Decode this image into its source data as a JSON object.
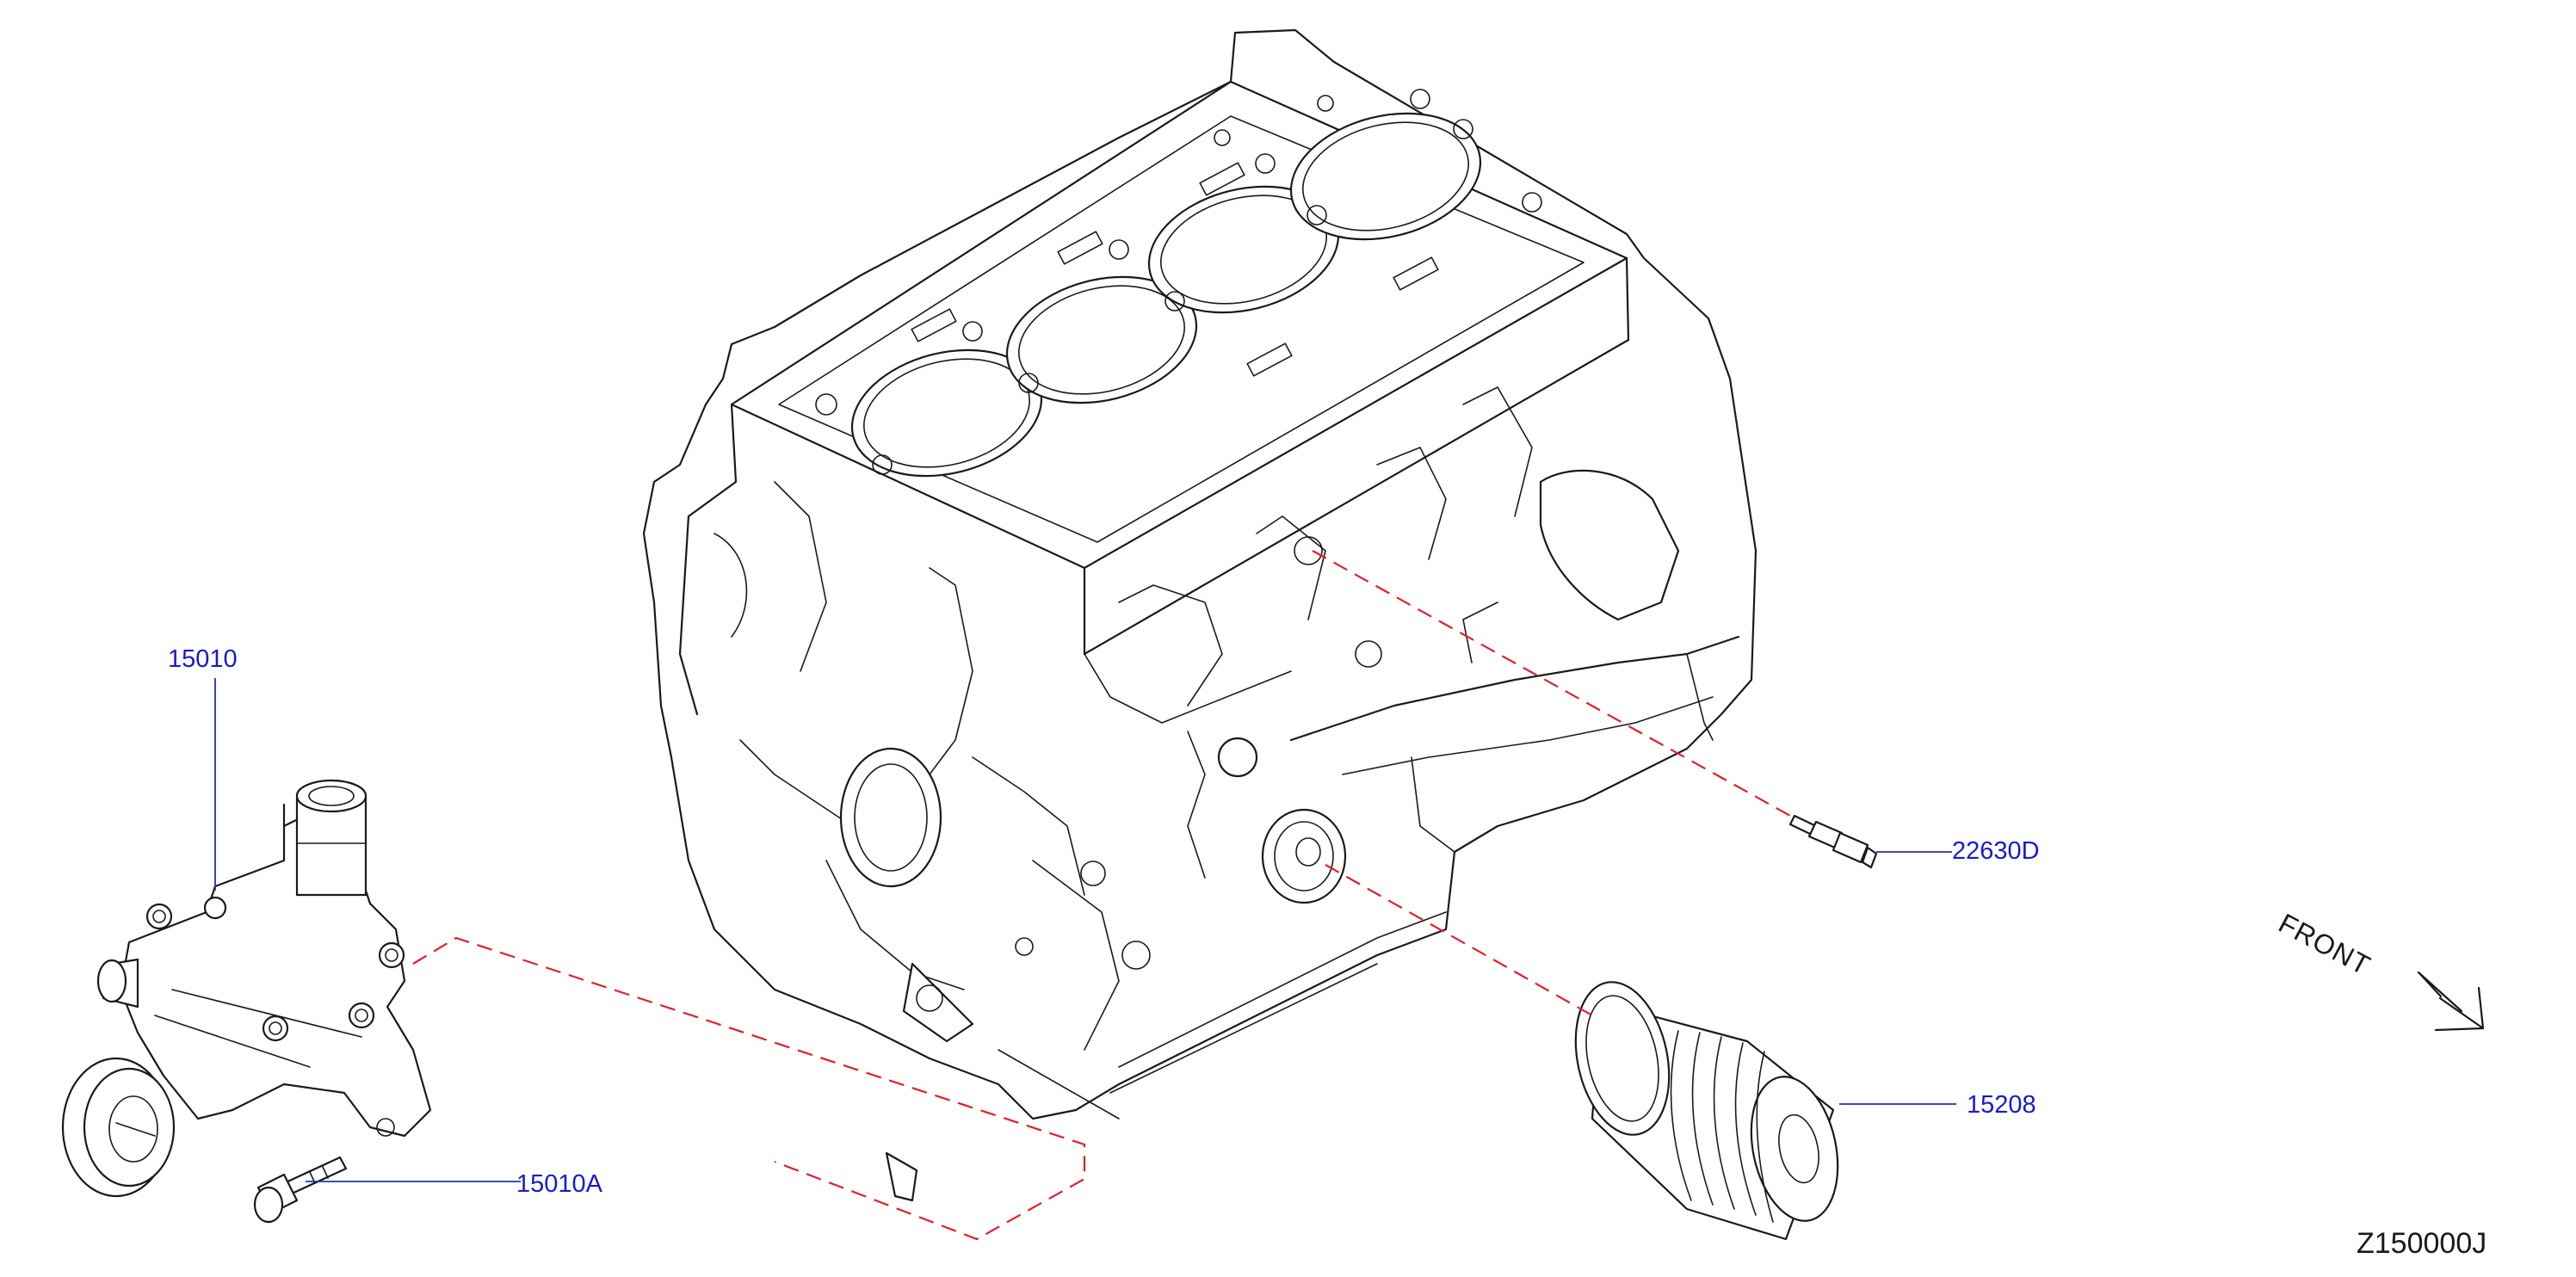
{
  "colors": {
    "callout": "#1a1acc",
    "leader": "#2233aa",
    "dashed_line": "#e0202a",
    "drawing": "#1a1a1a"
  },
  "parts": [
    {
      "id": "water-pump",
      "number": "15010"
    },
    {
      "id": "pump-bolt",
      "number": "15010A"
    },
    {
      "id": "temp-sensor",
      "number": "22630D"
    },
    {
      "id": "oil-filter",
      "number": "15208"
    }
  ],
  "orientation": {
    "label": "FRONT",
    "icon": "front-direction-arrow-icon"
  },
  "diagram_code": "Z150000J"
}
